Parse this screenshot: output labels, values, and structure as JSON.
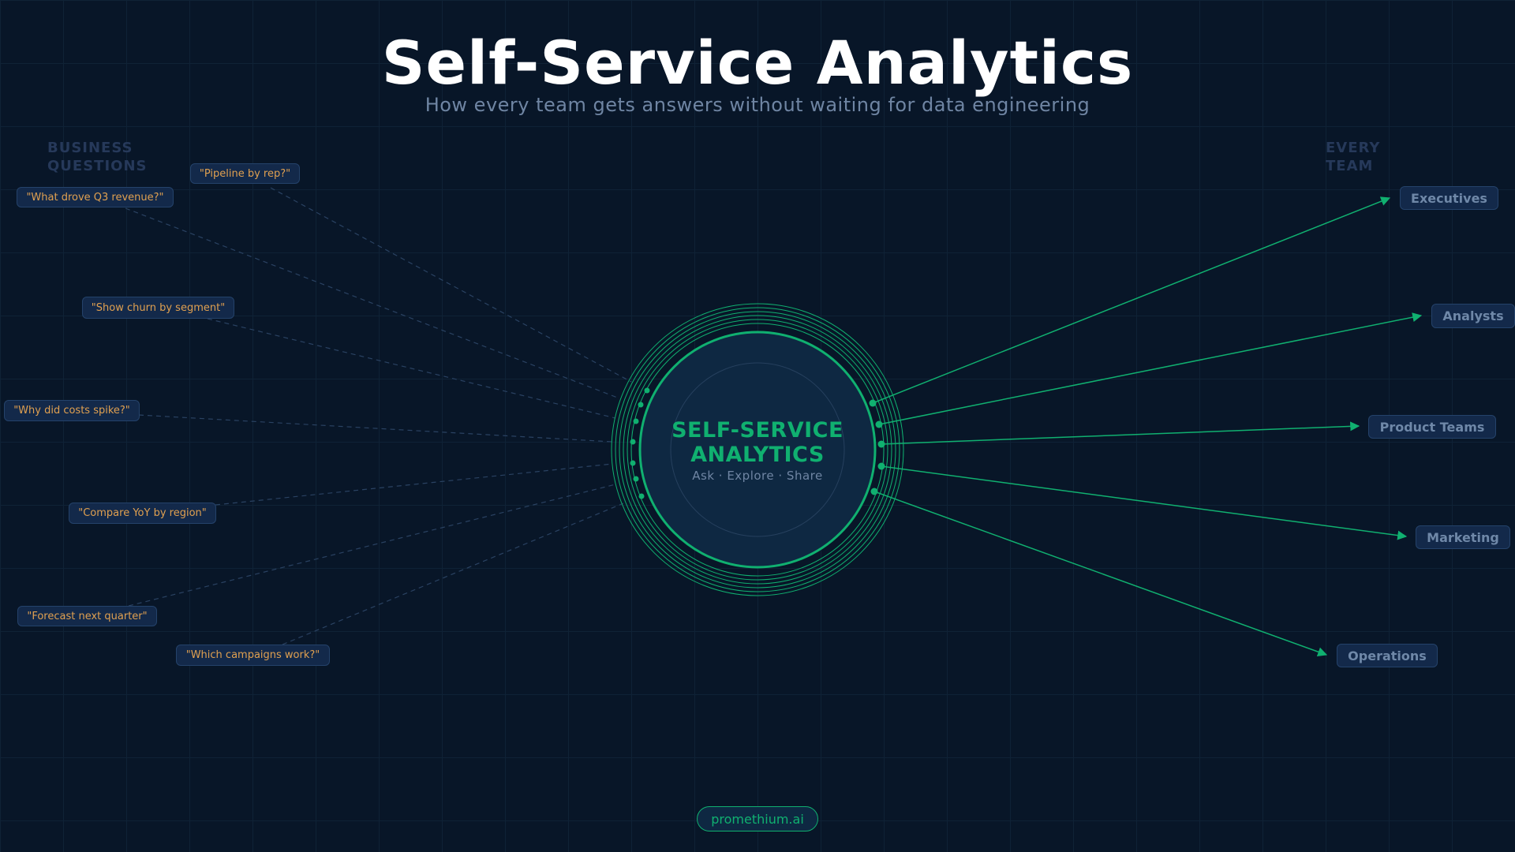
{
  "header": {
    "title": "Self-Service Analytics",
    "subtitle": "How every team gets answers without waiting for data engineering"
  },
  "left_column": {
    "heading_line1": "BUSINESS",
    "heading_line2": "QUESTIONS",
    "questions": [
      "\"Pipeline by rep?\"",
      "\"What drove Q3 revenue?\"",
      "\"Show churn by segment\"",
      "\"Why did costs spike?\"",
      "\"Compare YoY by region\"",
      "\"Forecast next quarter\"",
      "\"Which campaigns work?\""
    ]
  },
  "right_column": {
    "heading_line1": "EVERY",
    "heading_line2": "TEAM",
    "teams": [
      "Executives",
      "Analysts",
      "Product Teams",
      "Marketing",
      "Operations"
    ]
  },
  "hub": {
    "line1": "SELF-SERVICE",
    "line2": "ANALYTICS",
    "tagline": "Ask · Explore · Share"
  },
  "footer": {
    "label": "promethium.ai"
  },
  "colors": {
    "background": "#081628",
    "accent": "#10b070",
    "question_text": "#e0a050",
    "team_text": "#6f88a8"
  }
}
